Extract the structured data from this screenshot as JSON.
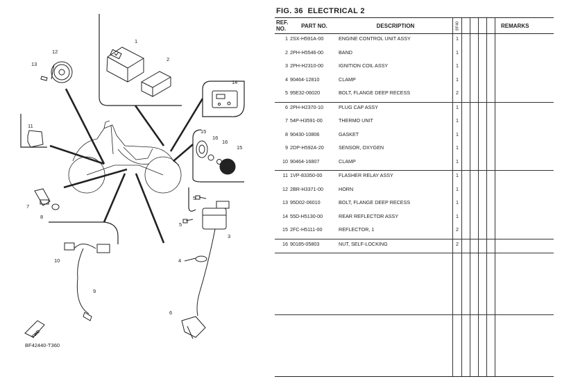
{
  "figure": {
    "number": "36",
    "title": "ELECTRICAL 2",
    "label": "FIG."
  },
  "diagram": {
    "drawing_code": "BF42440-T360",
    "fwd_label": "FWD",
    "callouts": [
      "1",
      "2",
      "3",
      "4",
      "5",
      "6",
      "7",
      "8",
      "9",
      "10",
      "11",
      "12",
      "13",
      "14",
      "15",
      "16",
      "15",
      "16",
      "5"
    ]
  },
  "table": {
    "headers": {
      "ref": "REF. NO.",
      "ref_line1": "REF.",
      "ref_line2": "NO.",
      "part_no": "PART NO.",
      "description": "DESCRIPTION",
      "qty_code": "BF40",
      "remarks": "REMARKS"
    },
    "rows": [
      {
        "ref": "1",
        "part_no": "2SX-H591A-00",
        "description": "ENGINE CONTROL UNIT ASSY",
        "qty": "1"
      },
      {
        "ref": "2",
        "part_no": "2PH-H5546-00",
        "description": "BAND",
        "qty": "1"
      },
      {
        "ref": "3",
        "part_no": "2PH-H2310-00",
        "description": "IGNITION COIL ASSY",
        "qty": "1"
      },
      {
        "ref": "4",
        "part_no": "90464-12810",
        "description": "CLAMP",
        "qty": "1"
      },
      {
        "ref": "5",
        "part_no": "95E32-06020",
        "description": "BOLT, FLANGE DEEP RECESS",
        "qty": "2"
      },
      {
        "ref": "6",
        "part_no": "2PH-H2370-10",
        "description": "PLUG CAP ASSY",
        "qty": "1"
      },
      {
        "ref": "7",
        "part_no": "54P-H3591-00",
        "description": "THERMO UNIT",
        "qty": "1"
      },
      {
        "ref": "8",
        "part_no": "90430-10806",
        "description": "GASKET",
        "qty": "1"
      },
      {
        "ref": "9",
        "part_no": "2DP-H592A-20",
        "description": "SENSOR, OXYGEN",
        "qty": "1"
      },
      {
        "ref": "10",
        "part_no": "90464-16807",
        "description": "CLAMP",
        "qty": "1"
      },
      {
        "ref": "11",
        "part_no": "1VP-83350-00",
        "description": "FLASHER RELAY ASSY",
        "qty": "1"
      },
      {
        "ref": "12",
        "part_no": "2BR-H3371-00",
        "description": "HORN",
        "qty": "1"
      },
      {
        "ref": "13",
        "part_no": "95D02-06010",
        "description": "BOLT, FLANGE DEEP RECESS",
        "qty": "1"
      },
      {
        "ref": "14",
        "part_no": "55D-H5130-00",
        "description": "REAR REFLECTOR ASSY",
        "qty": "1"
      },
      {
        "ref": "15",
        "part_no": "2FC-H5111-00",
        "description": "REFLECTOR, 1",
        "qty": "2"
      },
      {
        "ref": "16",
        "part_no": "90185-05803",
        "description": "NUT, SELF-LOCKING",
        "qty": "2"
      }
    ]
  }
}
